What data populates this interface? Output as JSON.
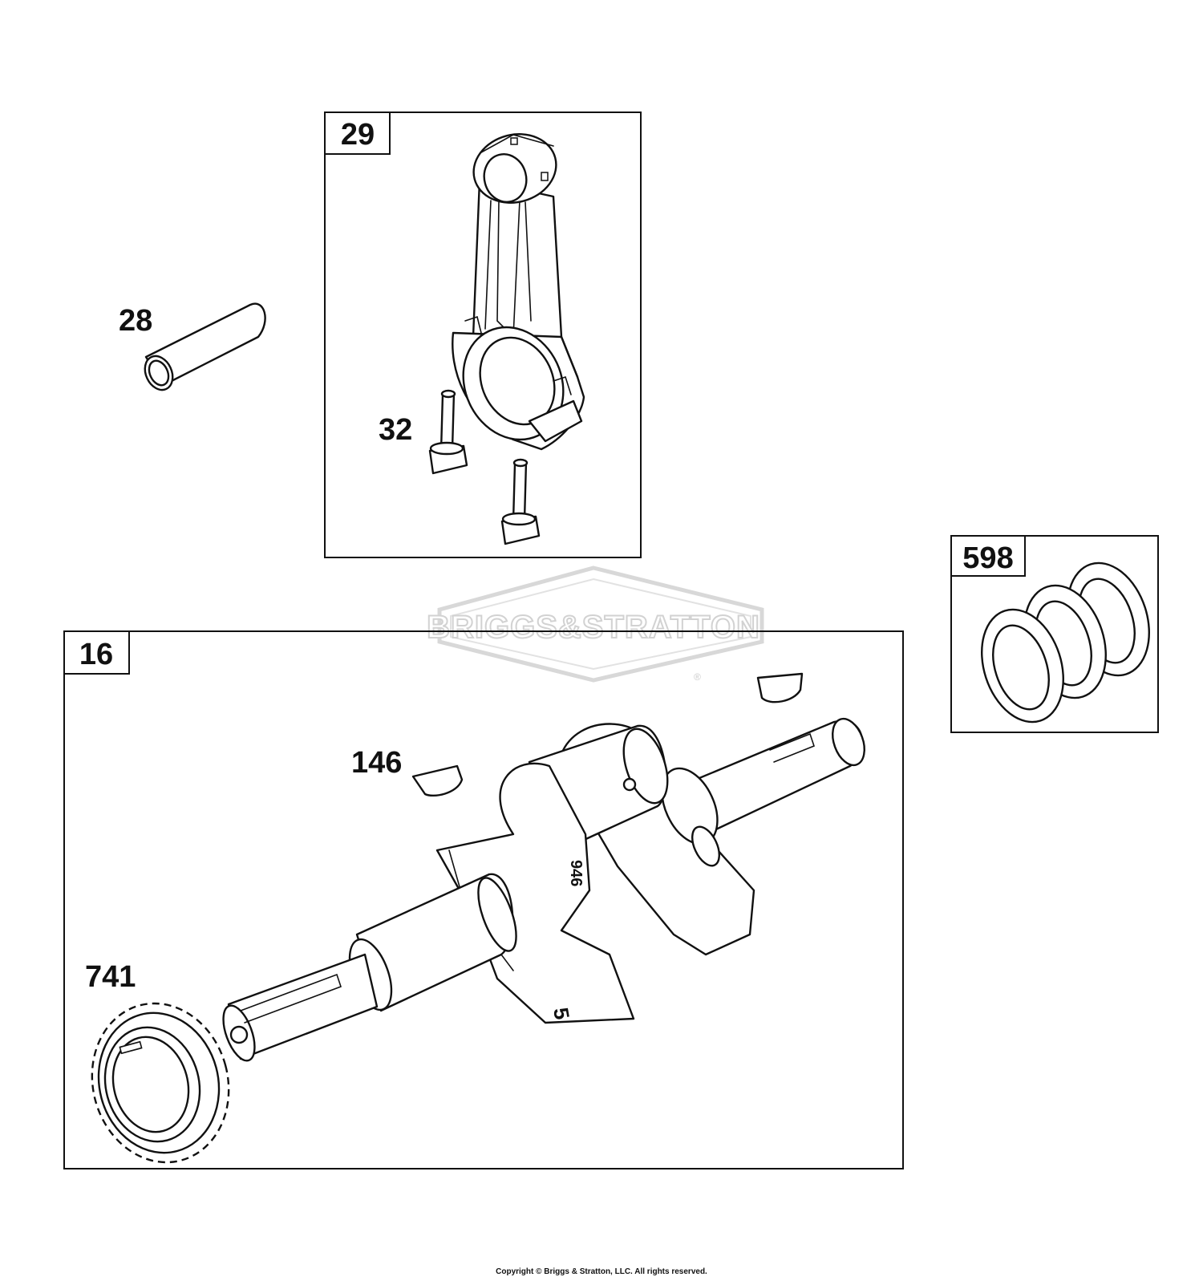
{
  "watermark": {
    "brand": "BRIGGS&STRATTON",
    "mark": "®"
  },
  "callouts": {
    "piston_pin": "28",
    "connecting_rod": "29",
    "rod_bolt": "32",
    "thrust_washers": "598",
    "crankshaft": "16",
    "key": "146",
    "timing_gear": "741"
  },
  "crank_markings": {
    "counterweight_number": "5",
    "web_number": "946"
  },
  "copyright": "Copyright © Briggs & Stratton, LLC. All rights reserved."
}
